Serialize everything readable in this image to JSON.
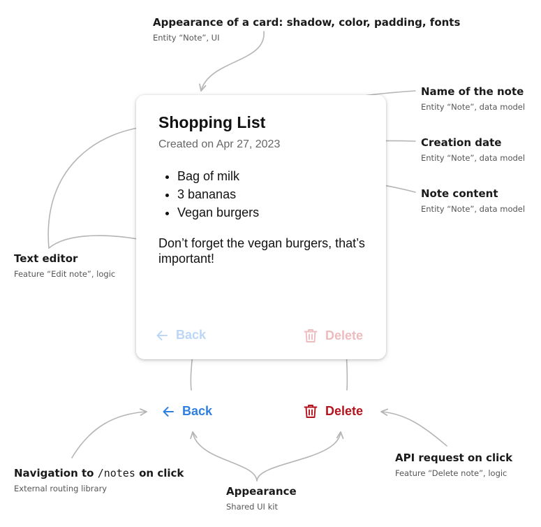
{
  "card": {
    "title": "Shopping List",
    "date": "Created on Apr 27, 2023",
    "items": [
      "Bag of milk",
      "3 bananas",
      "Vegan burgers"
    ],
    "text": "Don’t forget the vegan burgers, that’s important!",
    "back_label": "Back",
    "delete_label": "Delete"
  },
  "buttons": {
    "back_label": "Back",
    "delete_label": "Delete"
  },
  "colors": {
    "back": "#2f7fe0",
    "back_faded": "#bcd6f5",
    "delete": "#b3141e",
    "delete_faded": "#ecbcbf",
    "arrow": "#b5b5b5"
  },
  "annotations": {
    "card_appearance": {
      "title": "Appearance of a card: shadow, color, padding, fonts",
      "sub": "Entity “Note”, UI"
    },
    "note_name": {
      "title": "Name of the note",
      "sub": "Entity “Note”, data model"
    },
    "creation_date": {
      "title": "Creation date",
      "sub": "Entity “Note”, data model"
    },
    "note_content": {
      "title": "Note content",
      "sub": "Entity “Note”, data model"
    },
    "text_editor": {
      "title": "Text editor",
      "sub": "Feature “Edit note”, logic"
    },
    "navigation": {
      "title_pre": "Navigation to",
      "title_code": "/notes",
      "title_post": "on click",
      "sub": "External routing library"
    },
    "appearance": {
      "title": "Appearance",
      "sub": "Shared UI kit"
    },
    "api_request": {
      "title": "API request on click",
      "sub": "Feature “Delete note”, logic"
    }
  }
}
